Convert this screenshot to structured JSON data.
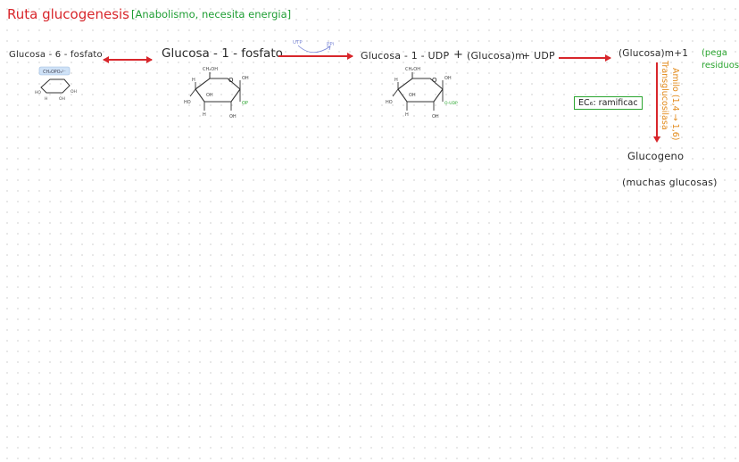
{
  "header": {
    "title": "Ruta glucogenesis",
    "subtitle": "[Anabolismo, necesita energia]"
  },
  "compounds": {
    "g6p": "Glucosa - 6 - fosfato",
    "g1p": "Glucosa - 1 - fosfato",
    "udpg": "Glucosa - 1 - UDP",
    "plus": "+",
    "glycogen_m": "(Glucosa)m",
    "udp": "+ UDP",
    "glycogen_m1": "(Glucosa)m+1",
    "glucogeno": "Glucogeno",
    "muchas": "(muchas glucosas)"
  },
  "reaction": {
    "utp": "UTP",
    "ppi": "PPi"
  },
  "notes": {
    "pega": "(pega",
    "residuos": "residuos)",
    "ec": "EC₆: ramificac",
    "amilo": "Amilo (1,4 → 1,6)",
    "transglucosilasa": "Transglucosilasa"
  },
  "structure_labels": {
    "ch2oh": "CH₂OH",
    "ch2opo": "CH₂OPO₃²⁻",
    "oh": "OH",
    "h": "H",
    "o": "O",
    "op": "OP",
    "oudp": "O-UDP",
    "ho": "HO"
  },
  "colors": {
    "red": "#d8262b",
    "green": "#2aa52f",
    "orange": "#e28a1b",
    "blue": "#7a86d6"
  }
}
